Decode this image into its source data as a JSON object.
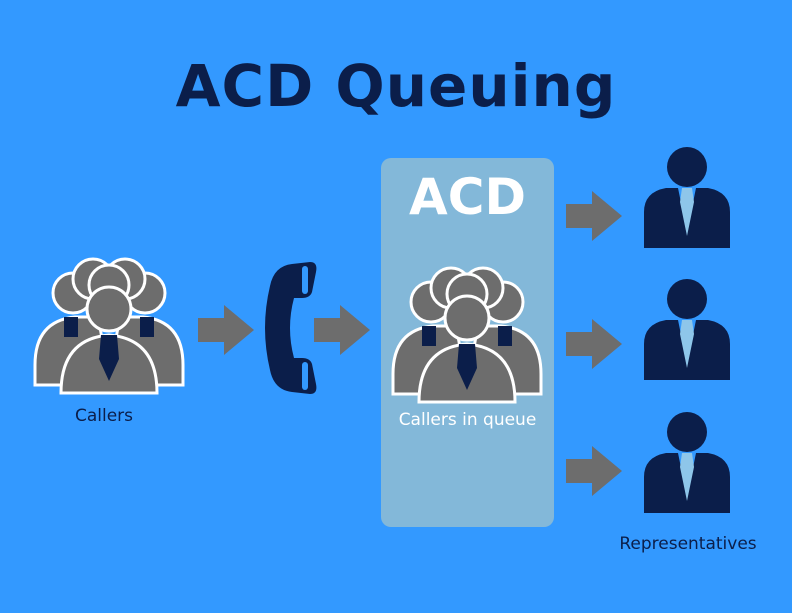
{
  "title": "ACD Queuing",
  "acd_label": "ACD",
  "labels": {
    "callers": "Callers",
    "queue": "Callers in queue",
    "representatives": "Representatives"
  },
  "colors": {
    "background": "#3399ff",
    "navy": "#0b1e4a",
    "gray": "#6d6d6d",
    "acd_box": "#83b8d9",
    "tie": "#8ec6ea"
  },
  "icons": [
    "people-group-icon",
    "arrow-right-icon",
    "phone-handset-icon",
    "representative-icon"
  ]
}
